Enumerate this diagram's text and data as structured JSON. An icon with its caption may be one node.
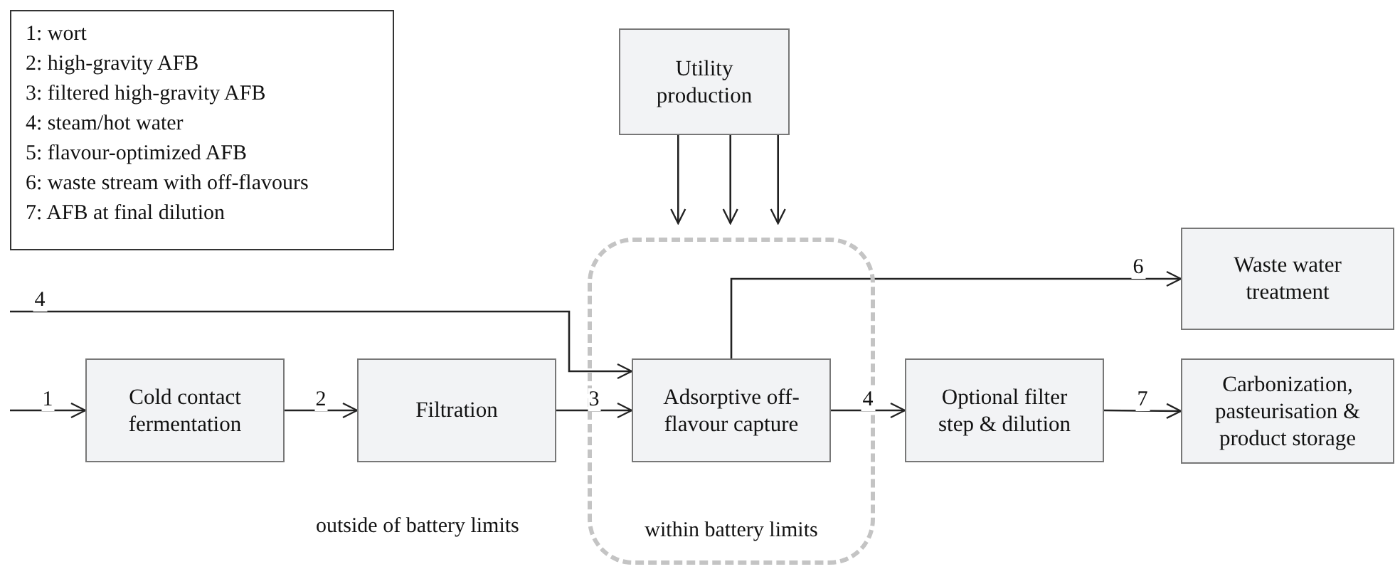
{
  "diagram": {
    "nodes": [
      {
        "text": [
          "1: wort",
          "2: high-gravity AFB",
          "3: filtered high-gravity AFB",
          "4: steam/hot water",
          "5: flavour-optimized AFB",
          "6: waste stream with off-flavours",
          "7: AFB at final dilution"
        ]
      },
      {
        "text": [
          "Utility production"
        ]
      },
      {
        "text": [
          "Waste water treatment"
        ]
      },
      {
        "text": [
          "Cold contact fermentation"
        ]
      },
      {
        "text": [
          "Filtration"
        ]
      },
      {
        "text": [
          "within battery limits"
        ]
      },
      {
        "text": [
          "Adsorptive off-flavour capture"
        ],
        "in": 5
      },
      {
        "text": [
          "Optional filter step & dilution"
        ]
      },
      {
        "text": [
          "Carbonization, pasteurisation & product storage"
        ]
      }
    ],
    "edges": [
      {
        "from": null,
        "to": 3,
        "arrow": "to",
        "label": "1"
      },
      {
        "from": 3,
        "to": 4,
        "arrow": "to",
        "label": "2"
      },
      {
        "from": 4,
        "to": 6,
        "arrow": "to",
        "label": "3"
      },
      {
        "from": null,
        "to": 6,
        "arrow": "to",
        "label": "4"
      },
      {
        "from": 6,
        "to": 2,
        "arrow": "to",
        "label": "6"
      },
      {
        "from": 6,
        "to": 7,
        "arrow": "to",
        "label": "4"
      },
      {
        "from": 7,
        "to": 8,
        "arrow": "to",
        "label": "7"
      },
      {
        "from": 1,
        "to": 5,
        "arrow": "to"
      },
      {
        "from": 1,
        "to": 5,
        "arrow": "to"
      },
      {
        "from": 1,
        "to": 5,
        "arrow": "to"
      }
    ],
    "labels": [
      "outside of battery limits"
    ]
  }
}
